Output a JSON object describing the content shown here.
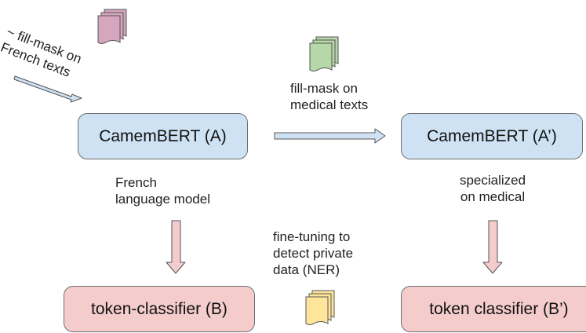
{
  "nodes": {
    "camembert_a": "CamemBERT (A)",
    "camembert_a_prime": "CamemBERT (A’)",
    "token_classifier_b": "token-classifier (B)",
    "token_classifier_b_prime": "token classifier (B’)"
  },
  "labels": {
    "pretraining": [
      "~ fill-mask on",
      "French texts"
    ],
    "medical_finetune": [
      "fill-mask on",
      "medical texts"
    ],
    "french_lm": [
      "French",
      "language model"
    ],
    "specialized": [
      "specialized",
      "on medical"
    ],
    "ner_finetune": [
      "fine-tuning to",
      "detect private",
      "data (NER)"
    ]
  },
  "colors": {
    "model_box": "#cfe2f3",
    "classifier_box": "#f4cccc",
    "french_docs": "#d5a6bd",
    "medical_docs": "#b6d7a8",
    "ner_docs": "#ffe599",
    "arrow_blue": "#cfe2f3",
    "arrow_pink": "#f4cccc"
  },
  "icons": {
    "french_docs": "document-stack-icon",
    "medical_docs": "document-stack-icon",
    "ner_docs": "document-stack-icon"
  }
}
